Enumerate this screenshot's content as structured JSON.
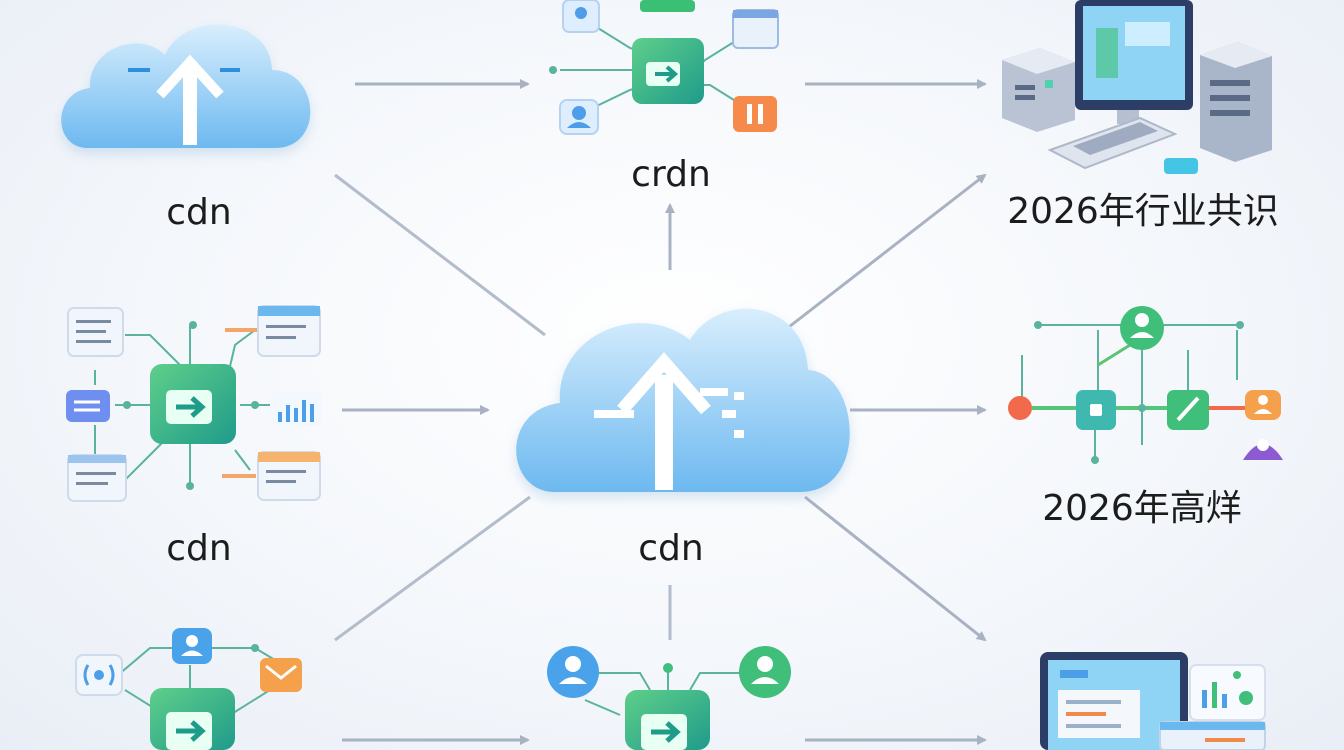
{
  "labels": {
    "top_left": "cdn",
    "top_center": "crdn",
    "top_right": "2026年行业共识",
    "mid_left": "cdn",
    "center": "cdn",
    "mid_right": "2026年高烊"
  },
  "colors": {
    "cloud_light": "#cfe9fb",
    "cloud_dark": "#5fb4ef",
    "arrow": "#a9b2c2",
    "folder_green": "#33b36e",
    "node_teal": "#2fb3a6",
    "accent_orange": "#f08a4b",
    "accent_purple": "#8d5bd1"
  }
}
